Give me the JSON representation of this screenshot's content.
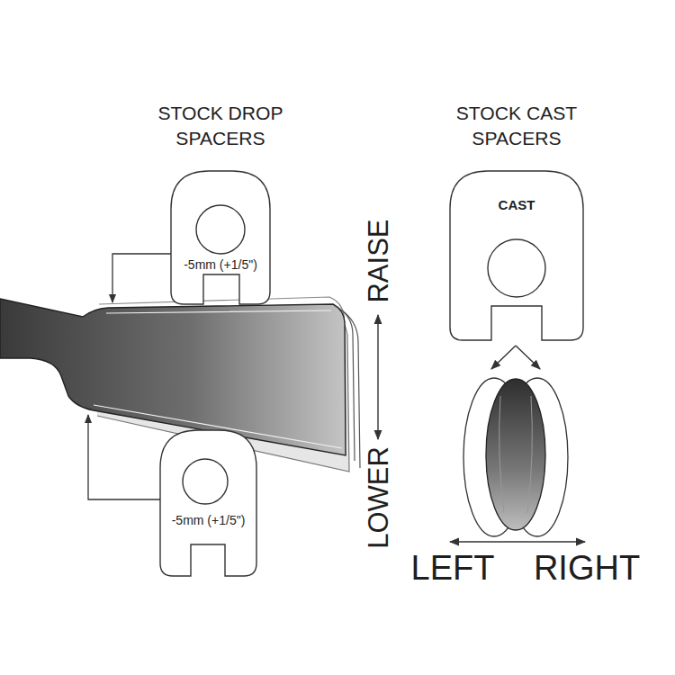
{
  "diagram": {
    "nodes": [
      {
        "text": [
          "STOCK DROP SPACERS",
          "-5mm (+1/5\")"
        ]
      },
      {
        "text": [
          "-5mm (+1/5\")"
        ]
      },
      {
        "text": [
          "STOCK CAST SPACERS"
        ]
      },
      {
        "text": [
          "CAST"
        ],
        "in": 2
      }
    ],
    "labels": [
      "RAISE",
      "LOWER",
      "LEFT",
      "RIGHT"
    ]
  }
}
